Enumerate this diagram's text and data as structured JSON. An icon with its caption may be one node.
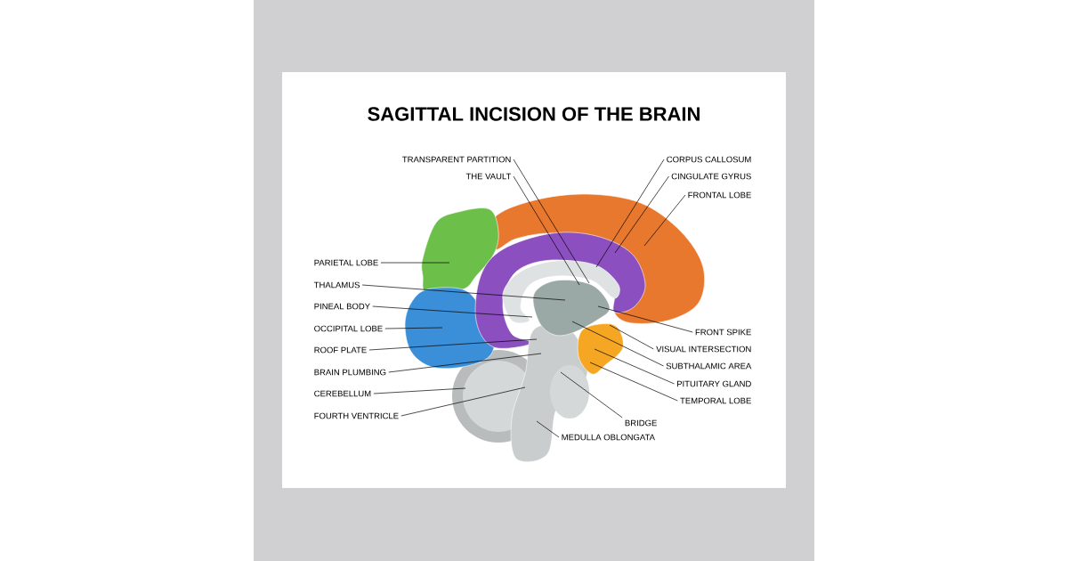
{
  "diagram": {
    "title": "SAGITTAL INCISION OF THE BRAIN",
    "nodes": [
      {
        "text": [
          "TRANSPARENT PARTITION"
        ]
      },
      {
        "text": [
          "CORPUS CALLOSUM"
        ]
      },
      {
        "text": [
          "THE VAULT"
        ]
      },
      {
        "text": [
          "CINGULATE GYRUS"
        ]
      },
      {
        "text": [
          "FRONTAL LOBE"
        ]
      },
      {
        "text": [
          "PARIETAL LOBE"
        ]
      },
      {
        "text": [
          "THALAMUS"
        ]
      },
      {
        "text": [
          "PINEAL BODY"
        ]
      },
      {
        "text": [
          "OCCIPITAL LOBE"
        ]
      },
      {
        "text": [
          "FRONT SPIKE"
        ]
      },
      {
        "text": [
          "ROOF PLATE"
        ]
      },
      {
        "text": [
          "VISUAL INTERSECTION"
        ]
      },
      {
        "text": [
          "SUBTHALAMIC AREA"
        ]
      },
      {
        "text": [
          "BRAIN PLUMBING"
        ]
      },
      {
        "text": [
          "PITUITARY GLAND"
        ]
      },
      {
        "text": [
          "CEREBELLUM"
        ]
      },
      {
        "text": [
          "TEMPORAL LOBE"
        ]
      },
      {
        "text": [
          "FOURTH VENTRICLE"
        ]
      },
      {
        "text": [
          "BRIDGE"
        ]
      },
      {
        "text": [
          "MEDULLA OBLONGATA"
        ]
      }
    ],
    "edges": [
      {
        "from": 0,
        "to": null,
        "arrow": "none"
      },
      {
        "from": 1,
        "to": null,
        "arrow": "none"
      },
      {
        "from": 2,
        "to": null,
        "arrow": "none"
      },
      {
        "from": 3,
        "to": null,
        "arrow": "none"
      },
      {
        "from": 4,
        "to": null,
        "arrow": "none"
      },
      {
        "from": 5,
        "to": null,
        "arrow": "none"
      },
      {
        "from": 6,
        "to": null,
        "arrow": "none"
      },
      {
        "from": 7,
        "to": null,
        "arrow": "none"
      },
      {
        "from": 8,
        "to": null,
        "arrow": "none"
      },
      {
        "from": 9,
        "to": null,
        "arrow": "none"
      },
      {
        "from": 10,
        "to": null,
        "arrow": "none"
      },
      {
        "from": 11,
        "to": null,
        "arrow": "none"
      },
      {
        "from": 12,
        "to": null,
        "arrow": "none"
      },
      {
        "from": 13,
        "to": null,
        "arrow": "none"
      },
      {
        "from": 14,
        "to": null,
        "arrow": "none"
      },
      {
        "from": 15,
        "to": null,
        "arrow": "none"
      },
      {
        "from": 16,
        "to": null,
        "arrow": "none"
      },
      {
        "from": 17,
        "to": null,
        "arrow": "none"
      },
      {
        "from": 18,
        "to": null,
        "arrow": "none"
      },
      {
        "from": 19,
        "to": null,
        "arrow": "none"
      }
    ]
  }
}
